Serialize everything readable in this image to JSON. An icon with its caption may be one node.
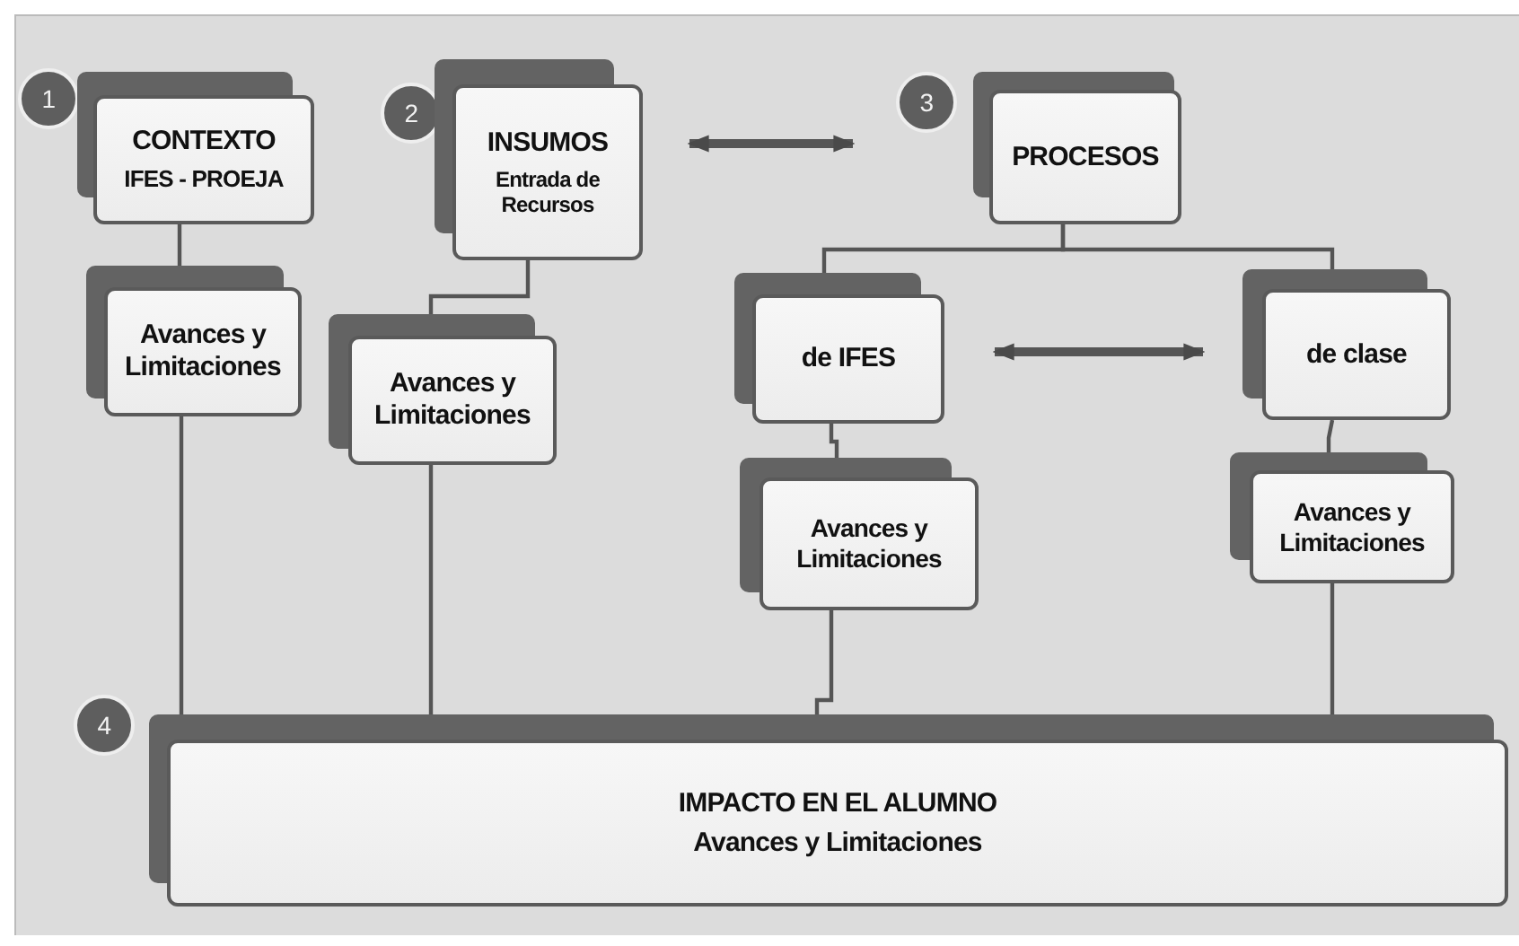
{
  "diagram": {
    "nodes": [
      {
        "text": [
          "1"
        ]
      },
      {
        "text": [
          "CONTEXTO",
          "IFES - PROEJA"
        ]
      },
      {
        "text": [
          "2"
        ]
      },
      {
        "text": [
          "INSUMOS",
          "Entrada de Recursos"
        ]
      },
      {
        "text": [
          "3"
        ]
      },
      {
        "text": [
          "PROCESOS"
        ]
      },
      {
        "text": [
          "Avances y Limitaciones"
        ]
      },
      {
        "text": [
          "Avances y Limitaciones"
        ]
      },
      {
        "text": [
          "de IFES"
        ]
      },
      {
        "text": [
          "de clase"
        ]
      },
      {
        "text": [
          "Avances y Limitaciones"
        ]
      },
      {
        "text": [
          "Avances y Limitaciones"
        ]
      },
      {
        "text": [
          "4"
        ]
      },
      {
        "text": [
          "IMPACTO EN EL ALUMNO",
          "Avances y Limitaciones"
        ]
      }
    ],
    "edges": [
      {
        "from": 1,
        "to": 6,
        "arrow": "none"
      },
      {
        "from": 3,
        "to": 7,
        "arrow": "none"
      },
      {
        "from": 5,
        "to": 8,
        "arrow": "none"
      },
      {
        "from": 5,
        "to": 9,
        "arrow": "none"
      },
      {
        "from": 8,
        "to": 10,
        "arrow": "none"
      },
      {
        "from": 9,
        "to": 11,
        "arrow": "none"
      },
      {
        "from": 6,
        "to": 13,
        "arrow": "none"
      },
      {
        "from": 7,
        "to": 13,
        "arrow": "none"
      },
      {
        "from": 10,
        "to": 13,
        "arrow": "none"
      },
      {
        "from": 11,
        "to": 13,
        "arrow": "none"
      },
      {
        "from": 3,
        "to": 4,
        "arrow": "both",
        "style": "thick"
      },
      {
        "from": 8,
        "to": 9,
        "arrow": "both",
        "style": "thick"
      }
    ]
  }
}
